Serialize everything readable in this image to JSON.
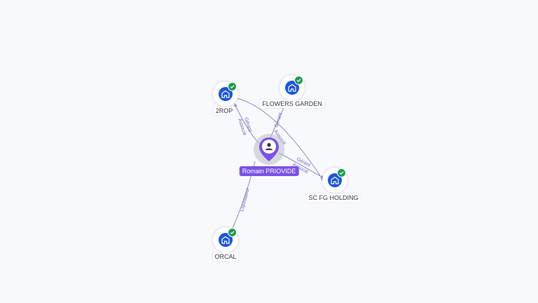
{
  "person": {
    "name": "Romain PRIOVIDE",
    "icon": "person-icon",
    "color": "#7a52e6"
  },
  "companies": [
    {
      "name": "2ROP",
      "icon": "company-building-icon",
      "status": "verified-check-icon"
    },
    {
      "name": "FLOWERS GARDEN",
      "icon": "company-building-icon",
      "status": "verified-check-icon"
    },
    {
      "name": "SC FG HOLDING",
      "icon": "company-building-icon",
      "status": "verified-check-icon"
    },
    {
      "name": "ORCAL",
      "icon": "company-building-icon",
      "status": "verified-check-icon"
    }
  ],
  "edges": [
    {
      "from": "Romain PRIOVIDE",
      "to": "2ROP",
      "labels": [
        "Gérant",
        "Associé"
      ]
    },
    {
      "from": "Romain PRIOVIDE",
      "to": "FLOWERS GARDEN",
      "labels": [
        "Gérant"
      ]
    },
    {
      "from": "2ROP",
      "to": "SC FG HOLDING",
      "labels": [
        "Associé"
      ]
    },
    {
      "from": "Romain PRIOVIDE",
      "to": "SC FG HOLDING",
      "labels": [
        "Gérant",
        "Associé"
      ]
    },
    {
      "from": "Romain PRIOVIDE",
      "to": "ORCAL",
      "labels": [
        "Liquidateur"
      ]
    }
  ],
  "colors": {
    "background": "#f8f9fd",
    "edge": "#8a8fc8",
    "edge_label": "#6b6fb0",
    "company": "#1a56e0",
    "verified": "#1e9c50",
    "person": "#7a52e6"
  }
}
